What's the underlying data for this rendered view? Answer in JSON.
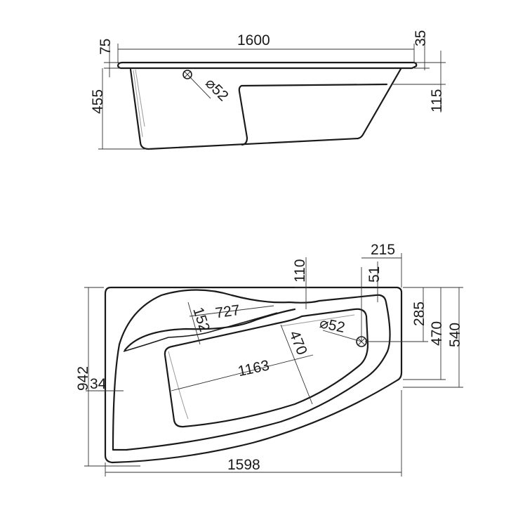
{
  "side_view": {
    "length": "1600",
    "rim_left": "75",
    "rim_right": "35",
    "height": "455",
    "drain": "⌀52",
    "right_drop": "115"
  },
  "top_view": {
    "width_top": "215",
    "offset_top": "110",
    "tap_offset": "51",
    "tap_down": "285",
    "inner_470_right": "470",
    "depth_540": "540",
    "seat_length": "727",
    "seat_width": "152",
    "drain": "⌀52",
    "inner_length": "1163",
    "inner_width": "470",
    "left_rim": "34",
    "total_width": "942",
    "total_length": "1598"
  }
}
